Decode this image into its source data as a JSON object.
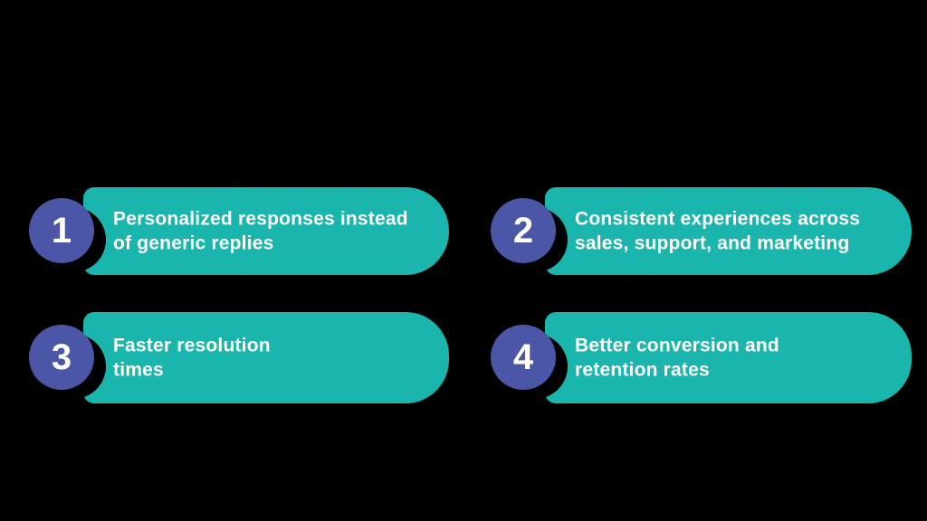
{
  "colors": {
    "background": "#000000",
    "card": "#1AB5AC",
    "circle": "#4C56A6",
    "shadow": "#000000",
    "text": "#FFFFFF"
  },
  "items": [
    {
      "number": "1",
      "text": "Personalized responses instead of generic replies",
      "lines": [
        "Personalized responses instead",
        "of generic replies"
      ]
    },
    {
      "number": "2",
      "text": "Consistent experiences across sales, support, and marketing",
      "lines": [
        "Consistent experiences across",
        "sales, support, and marketing"
      ]
    },
    {
      "number": "3",
      "text": "Faster resolution times",
      "lines": [
        "Faster resolution",
        "times"
      ]
    },
    {
      "number": "4",
      "text": "Better conversion and retention rates",
      "lines": [
        "Better conversion and",
        "retention rates"
      ]
    }
  ]
}
